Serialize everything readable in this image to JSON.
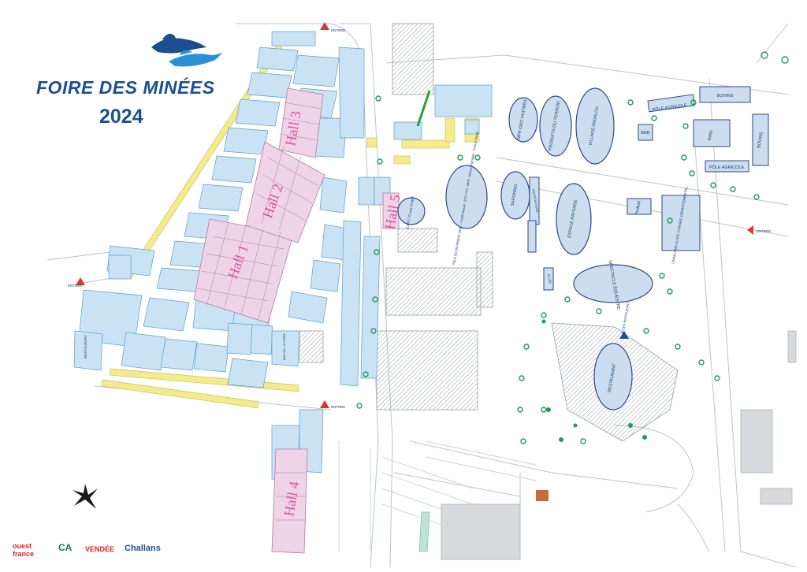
{
  "header": {
    "title": "FOIRE DES MINÉES",
    "year": "2024"
  },
  "halls": [
    {
      "label": "Hall 1",
      "type": "hall"
    },
    {
      "label": "Hall 2",
      "type": "hall"
    },
    {
      "label": "Hall 3",
      "type": "hall"
    },
    {
      "label": "Hall 4",
      "type": "hall"
    },
    {
      "label": "Hall 5",
      "type": "hall"
    }
  ],
  "zones": {
    "mfr_huitres": "MFR ORC HUITRES",
    "produits_terroir": "PRODUITS DU TERROIR",
    "village_andalou": "VILLAGE ANDALOU",
    "pole_agricole_top": "PÔLE AGRICOLE",
    "bovins_top": "BOVINS",
    "bar": "BAR",
    "ring": "RING",
    "bovins_right": "BOVINS",
    "pole_agricole_mid": "PÔLE AGRICOLE",
    "saronno": "SARONNO",
    "espace_paysage": "ESPACE PAYSAGE",
    "podium": "Podium",
    "challans_dogs": "CHALLANS DOGS CONSEIL DÉPARTEMENTAL",
    "spectacle_equestre": "SPECTACLE ÉQUESTRE",
    "restaurant_right": "RESTAURANT",
    "restaurant_left": "RESTAURANT",
    "pole_economique": "PÔLE ÉCONOMIQUE UMIC · Crédit Mutuel · BTP-CFA · MFR · Maison Familiale · France travail",
    "expo_foire": "EXPO 70 ans FOIRE",
    "associations": "ASSOCIATIONS",
    "allee": "ALLÉE",
    "acces_restaurant": "ACCÈS RESTAURANT",
    "bar_de_la_foire": "BAR DE LA FOIRE"
  },
  "entrances": [
    "ENTRÉE",
    "ENTRÉE",
    "ENTRÉE",
    "ENTRÉE"
  ],
  "sponsors": {
    "ouest_france": "ouest france",
    "credit_agricole": "CA",
    "vendee": "VENDÉE",
    "challans": "Challans"
  },
  "colors": {
    "brand": "#1c4f8f",
    "stand": "#c9e3f4",
    "stand_stroke": "#5a9fcf",
    "hall": "#efd3e8",
    "hall_label": "#d9559c",
    "ellipse": "#cdddf0",
    "ellipse_stroke": "#2b4a8a",
    "yellow": "#f3eb8c",
    "tree": "#1f9e55",
    "entrance": "#d23a3a"
  }
}
